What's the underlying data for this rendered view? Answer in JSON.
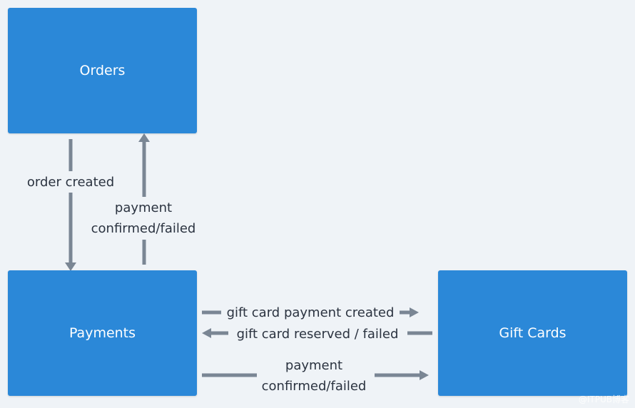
{
  "nodes": {
    "orders": "Orders",
    "payments": "Payments",
    "gift_cards": "Gift Cards"
  },
  "edges": {
    "order_created": "order created",
    "payment_confirmed_failed_top_line1": "payment",
    "payment_confirmed_failed_top_line2": "confirmed/failed",
    "gift_card_payment_created": "gift card payment created",
    "gift_card_reserved_failed": "gift card reserved / failed",
    "payment_confirmed_failed_bottom_line1": "payment",
    "payment_confirmed_failed_bottom_line2": "confirmed/failed"
  },
  "watermark": "@ITPUB博客",
  "colors": {
    "background": "#eff3f7",
    "node_fill": "#2b88d8",
    "node_text": "#ffffff",
    "arrow": "#7a8694",
    "label_text": "#2b3340"
  }
}
